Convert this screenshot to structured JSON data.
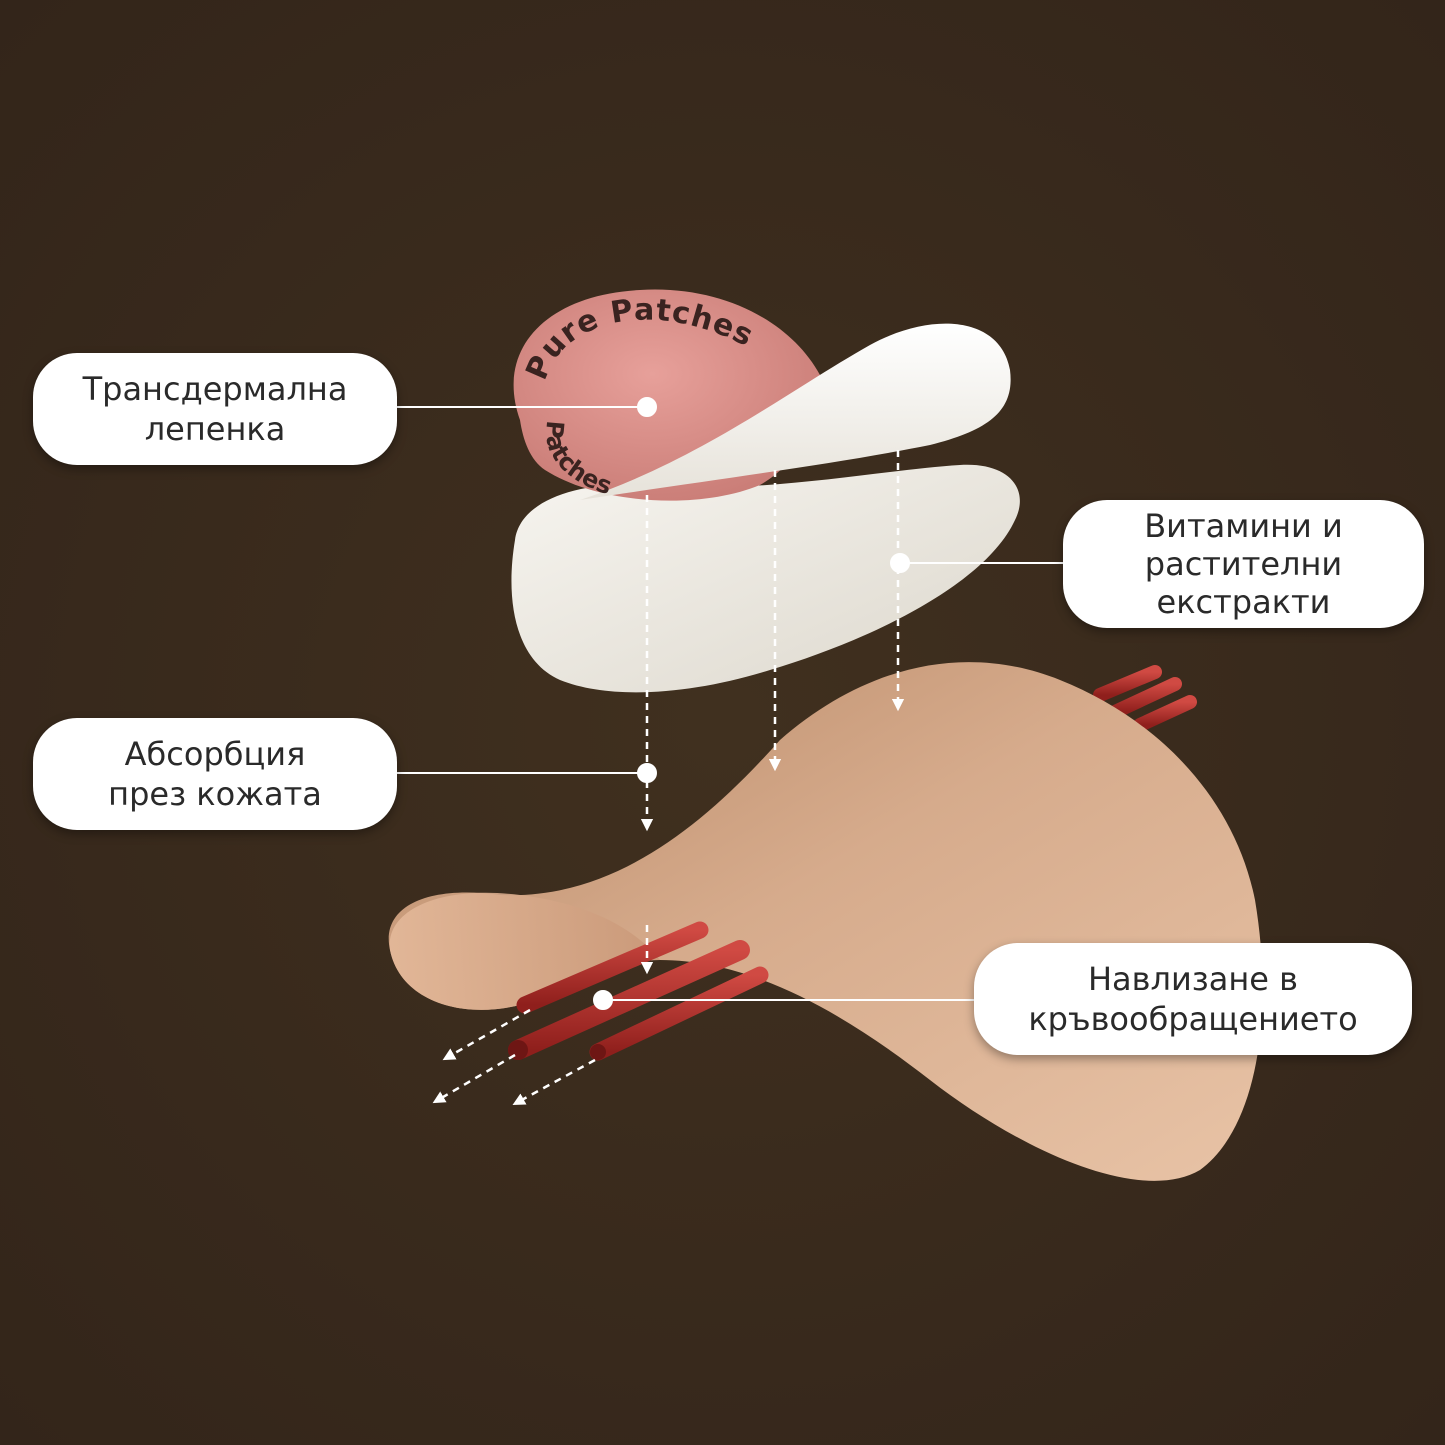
{
  "brand": {
    "name": "Pure Patches",
    "curved_text_top": "Pure Patches",
    "curved_text_side": "Patches"
  },
  "colors": {
    "background": "#3a2a1e",
    "patch_pink": "#d98a84",
    "patch_layer": "#ede9e1",
    "skin": "#d2a585",
    "vessel": "#b22e2a",
    "callout_bg": "#ffffff"
  },
  "callouts": {
    "patch": {
      "line1": "Трансдермална",
      "line2": "лепенка"
    },
    "vitamin": {
      "line1": "Витамини и",
      "line2": "растителни",
      "line3": "екстракти"
    },
    "absorb": {
      "line1": "Абсорбция",
      "line2": "през кожата"
    },
    "blood": {
      "line1": "Навлизане в",
      "line2": "кръвообращението"
    }
  }
}
